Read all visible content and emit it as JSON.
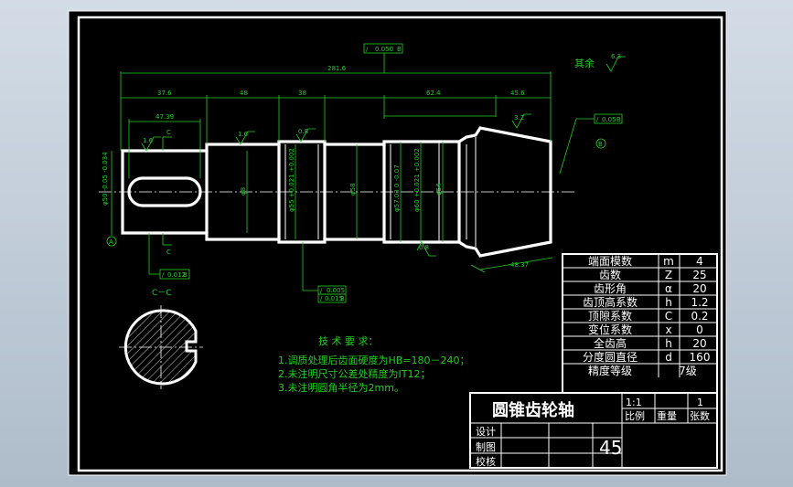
{
  "drawing": {
    "title": "圆锥齿轮轴",
    "roughness_other": "其余",
    "roughness_other_value": "6.3",
    "section_label": "C－C",
    "section_mark": "C"
  },
  "dimensions": {
    "overall": "281.6",
    "d1": "37.6",
    "d2": "48",
    "d3": "38",
    "d4": "62.4",
    "d5": "45.6",
    "keyway": "47.39",
    "cone": "48.37",
    "r1": "1.6",
    "r2": "1.6",
    "r3": "0.8",
    "r4": "0.8",
    "r5": "3.2",
    "dia1": "φ50 -0.05 -0.034",
    "dia2": "φ8",
    "dia3": "φ55 +0.021 +0.002",
    "dia4": "φ58",
    "dia5": "φ57.03 0 -0.07",
    "dia6": "φ60 +0.021 +0.002",
    "dia7": "φ54",
    "tol1": "0.050",
    "tol1_datum": "B",
    "tol2": "0.012",
    "tol2_datum": "B",
    "tol3": "0.005",
    "tol4": "0.015",
    "tol4_datum": "B",
    "tol5": "0.05",
    "tol5_datum": "B",
    "datum_a": "A",
    "datum_b": "B"
  },
  "notes": {
    "heading": "技 术 要 求：",
    "lines": [
      "1.调质处理后齿面硬度为HB=180－240；",
      "2.未注明尺寸公差处精度为IT12；",
      "3.未注明圆角半径为2mm。"
    ]
  },
  "params": [
    {
      "name": "端面模数",
      "sym": "m",
      "val": "4"
    },
    {
      "name": "齿数",
      "sym": "Z",
      "val": "25"
    },
    {
      "name": "齿形角",
      "sym": "α",
      "val": "20"
    },
    {
      "name": "齿顶高系数",
      "sym": "h",
      "val": "1.2"
    },
    {
      "name": "顶隙系数",
      "sym": "C",
      "val": "0.2"
    },
    {
      "name": "变位系数",
      "sym": "x",
      "val": "0"
    },
    {
      "name": "全齿高",
      "sym": "h",
      "val": "20"
    },
    {
      "name": "分度圆直径",
      "sym": "d",
      "val": "160"
    },
    {
      "name": "精度等级",
      "sym": "",
      "val": "7级"
    }
  ],
  "title_block": {
    "scale_value": "1:1",
    "sheets_value": "1",
    "scale_label": "比例",
    "weight_label": "重量",
    "sheets_label": "张数",
    "designed": "设计",
    "drawn": "制图",
    "checked": "校核",
    "material": "45"
  },
  "colors": {
    "background": "#000000",
    "geometry": "#ffffff",
    "annotation": "#1fd11f"
  }
}
